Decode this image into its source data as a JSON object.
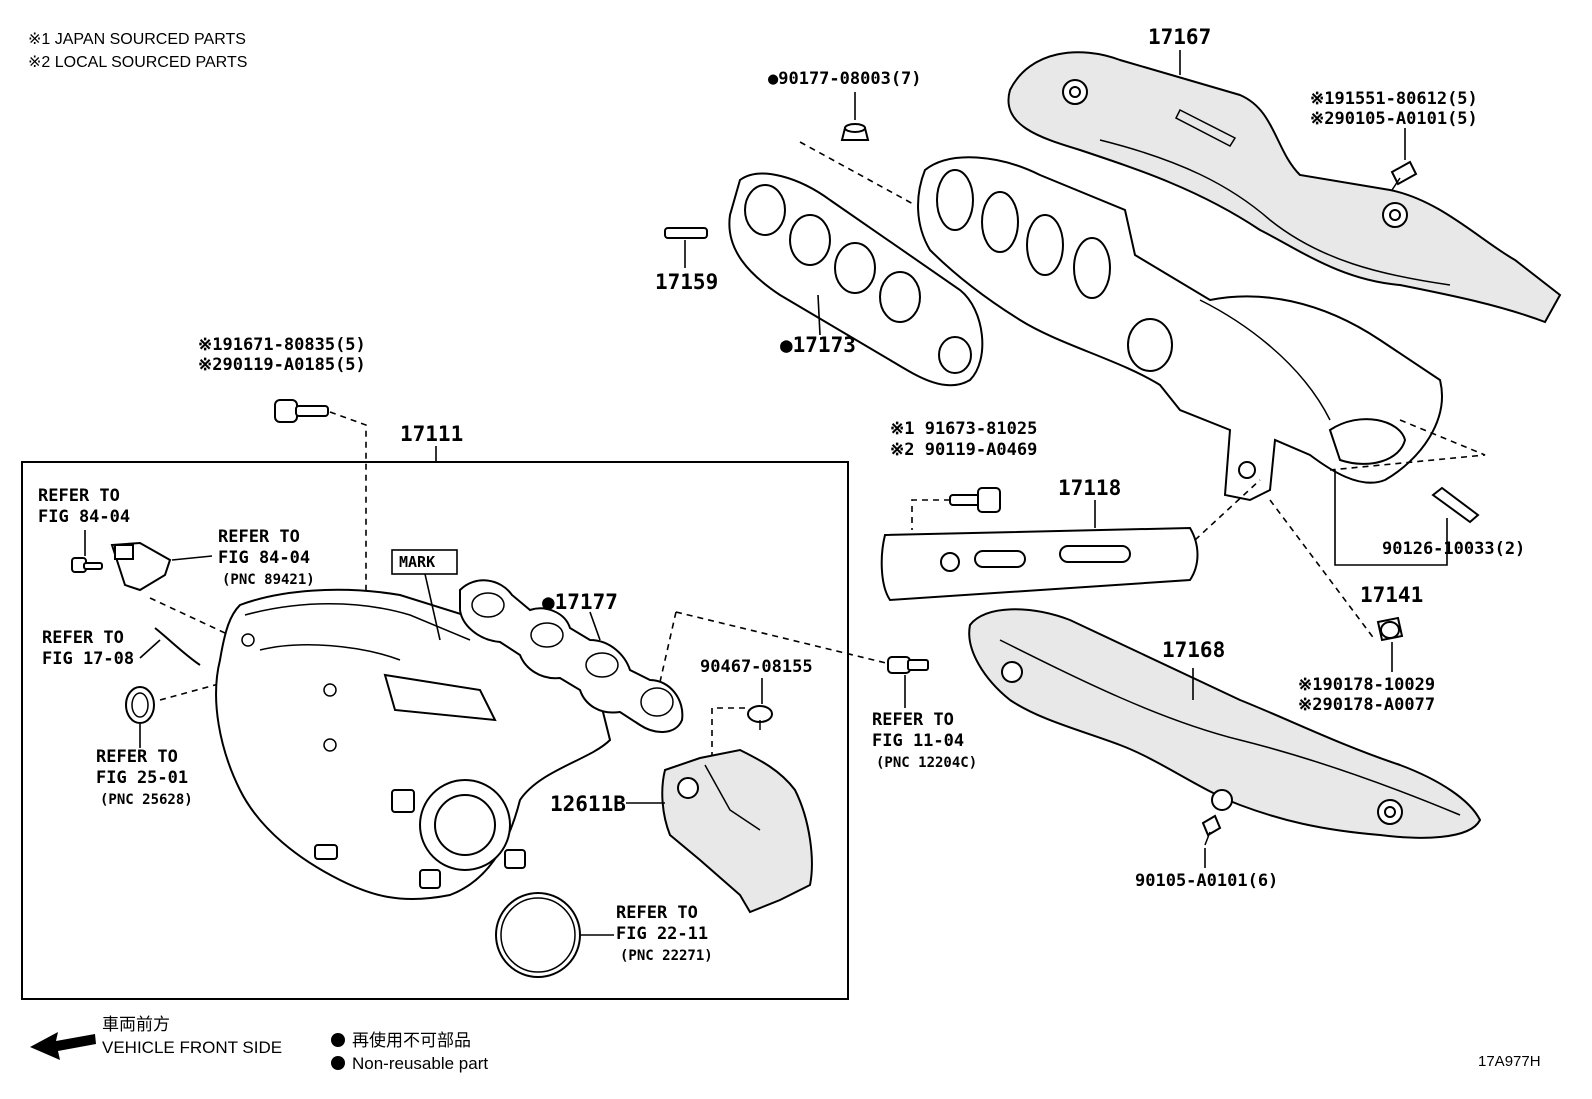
{
  "notes": {
    "line1": "※1 JAPAN SOURCED PARTS",
    "line2": "※2 LOCAL SOURCED PARTS"
  },
  "labels": {
    "p17167": "17167",
    "p90177": "●90177-08003(7)",
    "p191551": "※191551-80612(5)",
    "p290105": "※290105-A0101(5)",
    "p17159": "17159",
    "p17173": "●17173",
    "p191671": "※191671-80835(5)",
    "p290119": "※290119-A0185(5)",
    "p17111": "17111",
    "p91673": "※1 91673-81025",
    "p90119": "※2 90119-A0469",
    "p17118": "17118",
    "p90126": "90126-10033(2)",
    "p17141": "17141",
    "refer_8404a_1": "REFER TO",
    "refer_8404a_2": "FIG 84-04",
    "refer_8404b_1": "REFER TO",
    "refer_8404b_2": "FIG 84-04",
    "refer_8404b_3": "(PNC 89421)",
    "mark": "MARK",
    "p17177": "●17177",
    "refer_1708_1": "REFER TO",
    "refer_1708_2": "FIG 17-08",
    "p90467": "90467-08155",
    "refer_1104_1": "REFER TO",
    "refer_1104_2": "FIG 11-04",
    "refer_1104_3": "(PNC 12204C)",
    "p17168": "17168",
    "p190178": "※190178-10029",
    "p290178": "※290178-A0077",
    "refer_2501_1": "REFER TO",
    "refer_2501_2": "FIG 25-01",
    "refer_2501_3": "(PNC 25628)",
    "p12611B": "12611B",
    "p90105": "90105-A0101(6)",
    "refer_2211_1": "REFER TO",
    "refer_2211_2": "FIG 22-11",
    "refer_2211_3": "(PNC 22271)"
  },
  "legend": {
    "direction_jp": "車両前方",
    "direction_en": "VEHICLE FRONT SIDE",
    "nonreusable_jp": "再使用不可部品",
    "nonreusable_en": "Non-reusable part"
  },
  "illustration_code": "17A977H"
}
